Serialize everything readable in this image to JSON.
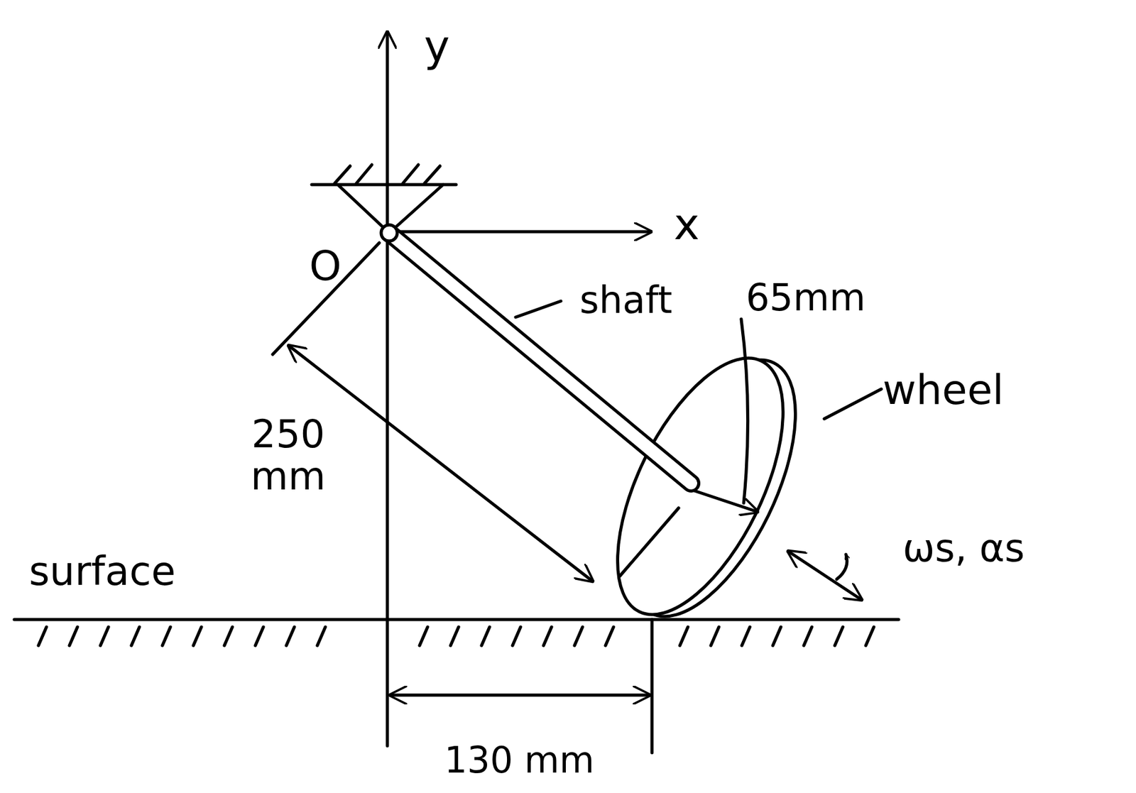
{
  "diagram": {
    "labels": [
      "y",
      "x",
      "O",
      "shaft",
      "65mm",
      "250 mm",
      "wheel",
      "ωs, αs",
      "surface",
      "130 mm"
    ]
  }
}
